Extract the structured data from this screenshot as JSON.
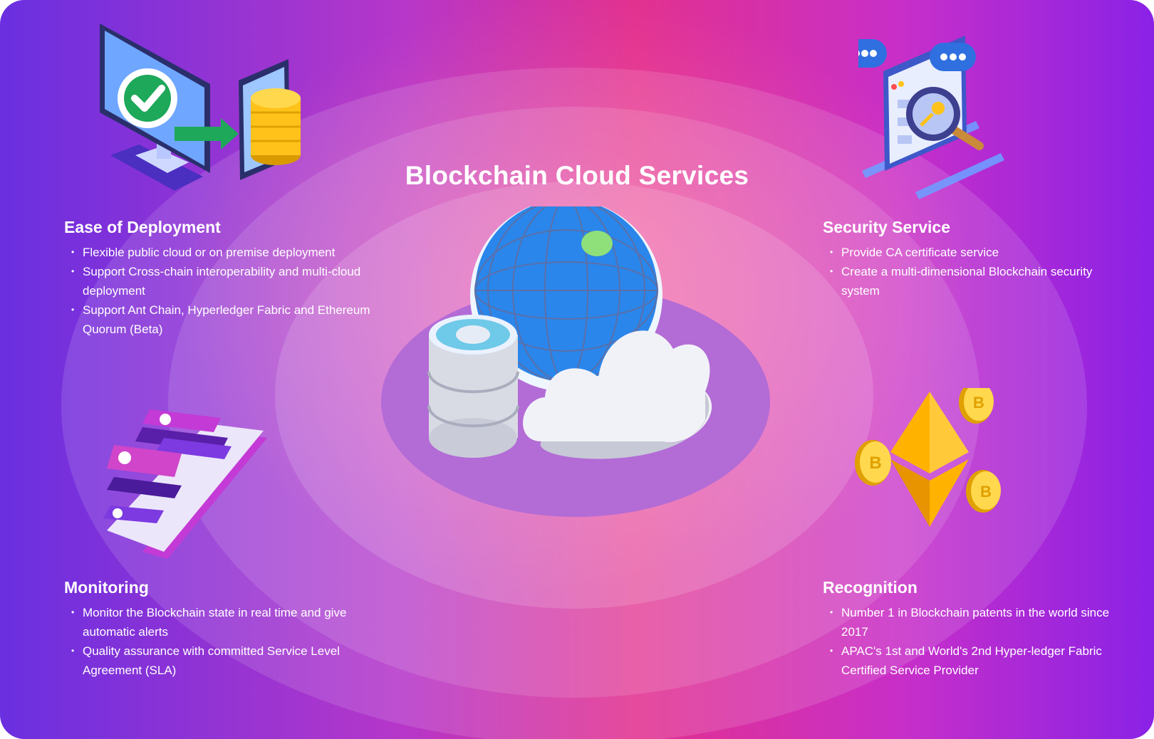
{
  "title": "Blockchain Cloud Services",
  "features": [
    {
      "heading": "Ease of Deployment",
      "items": [
        "Flexible public cloud or on premise deployment",
        "Support Cross-chain interoperability and multi-cloud deployment",
        "Support Ant Chain, Hyperledger Fabric and Ethereum Quorum (Beta)"
      ]
    },
    {
      "heading": "Security Service",
      "items": [
        "Provide CA certificate service",
        "Create a multi-dimensional Blockchain security system"
      ]
    },
    {
      "heading": "Monitoring",
      "items": [
        "Monitor the Blockchain state in real time and give automatic alerts",
        "Quality assurance with committed Service Level Agreement (SLA)"
      ]
    },
    {
      "heading": "Recognition",
      "items": [
        "Number 1 in Blockchain patents in the world since 2017",
        "APAC's 1st and World's 2nd Hyper-ledger Fabric Certified Service Provider"
      ]
    }
  ],
  "icons": {
    "deployment": "monitor-check-to-coins-icon",
    "security": "browser-key-magnifier-icon",
    "monitoring": "phone-chat-messages-icon",
    "recognition": "ethereum-bitcoin-coins-icon",
    "center": "globe-database-cloud-icon"
  },
  "colors": {
    "accent": "#e2318f",
    "primary": "#6a2fe0",
    "text": "#ffffff"
  }
}
